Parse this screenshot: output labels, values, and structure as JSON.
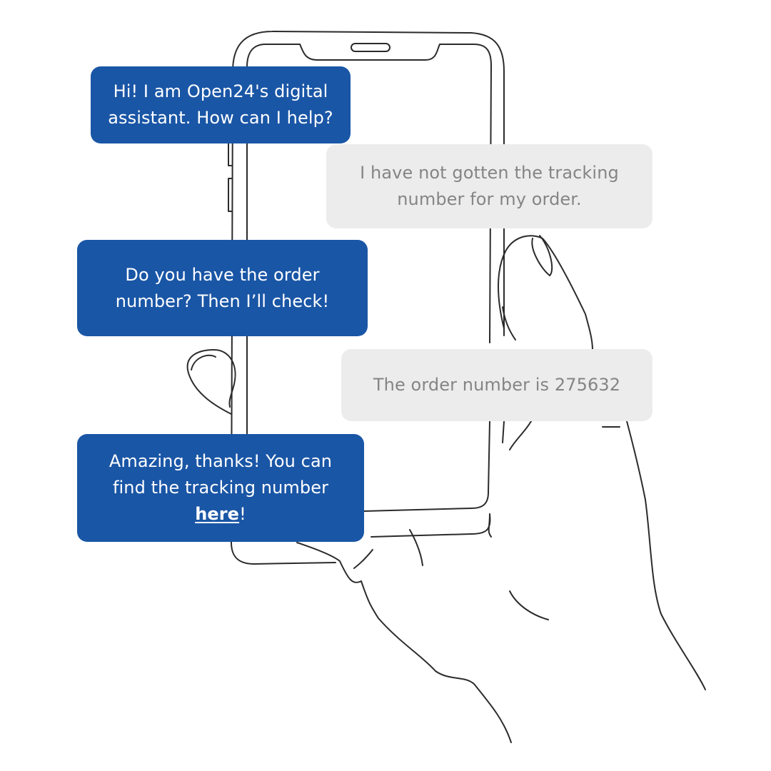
{
  "colors": {
    "bot_bubble": "#1a56a6",
    "user_bubble": "#ececec",
    "bot_text": "#ffffff",
    "user_text": "#858585",
    "line_art": "#2b2b2b"
  },
  "illustration": {
    "subject": "hand-holding-phone-line-art"
  },
  "chat": {
    "msg1": {
      "sender": "bot",
      "line1": "Hi! I am Open24's digital",
      "line2": "assistant. How can I help?"
    },
    "msg2": {
      "sender": "user",
      "line1": "I have not gotten the tracking",
      "line2": "number for my order."
    },
    "msg3": {
      "sender": "bot",
      "line1": "Do you have the order",
      "line2": "number? Then I’ll check!"
    },
    "msg4": {
      "sender": "user",
      "line1": "The order number is 275632"
    },
    "msg5": {
      "sender": "bot",
      "line1": "Amazing, thanks! You can",
      "line2": "find the tracking number",
      "link_text": "here",
      "after_link": "!"
    }
  }
}
